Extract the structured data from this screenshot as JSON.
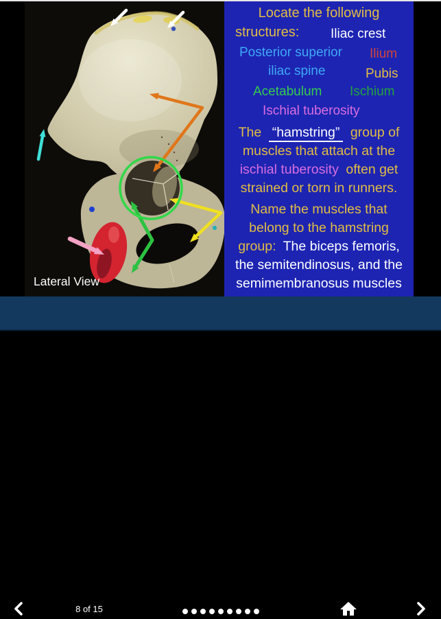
{
  "colors": {
    "panel_blue": "#1d24b2",
    "nav_bar": "#14395e",
    "gold": "#e2bd42",
    "white": "#ffffff",
    "cyan_text": "#3fa9f5",
    "red_text": "#d2443a",
    "green_bright": "#35cc4e",
    "green_dim": "#23a43e",
    "magenta": "#d96ee0",
    "arrow_white": "#ffffff",
    "arrow_cyan": "#3fe0d8",
    "arrow_orange": "#e0761a",
    "arrow_green": "#2cc242",
    "arrow_yellow": "#f0e020",
    "arrow_pink": "#f4a2c4",
    "circle_green": "#31d949"
  },
  "photo": {
    "caption": "Lateral View",
    "annotations": [
      "white-arrow-iliac-crest-left",
      "white-arrow-iliac-crest-right",
      "cyan-arrow-anterior-spine",
      "orange-double-arrow-ilium-acetabulum",
      "green-circle-acetabulum",
      "green-double-arrow-ischium",
      "yellow-double-arrow-pubis",
      "pink-arrow-ischial-tuberosity"
    ]
  },
  "panel": {
    "heading_line1": "Locate the following",
    "heading_line2": "structures:",
    "structures": {
      "iliac_crest": "Iliac crest",
      "psis_line1": "Posterior superior",
      "psis_line2": "iliac spine",
      "ilium": "Ilium",
      "pubis": "Pubis",
      "acetabulum": "Acetabulum",
      "ischium": "Ischium",
      "ischial_tuberosity": "Ischial tuberosity"
    },
    "paragraph1": {
      "l1_a": "The",
      "l1_b": "“hamstring”",
      "l1_c": "group of",
      "l2": "muscles that attach at the",
      "l3_a": "ischial tuberosity",
      "l3_b": "often get",
      "l4": "strained or torn in runners."
    },
    "paragraph2": {
      "l1": "Name the muscles that",
      "l2": "belong to the hamstring",
      "l3_a": "group:",
      "l3_b": "The biceps femoris,",
      "l4": "the semitendinosus, and the",
      "l5": "semimembranosus muscles"
    }
  },
  "nav": {
    "page_label": "8 of 15",
    "dot_count": 9
  }
}
